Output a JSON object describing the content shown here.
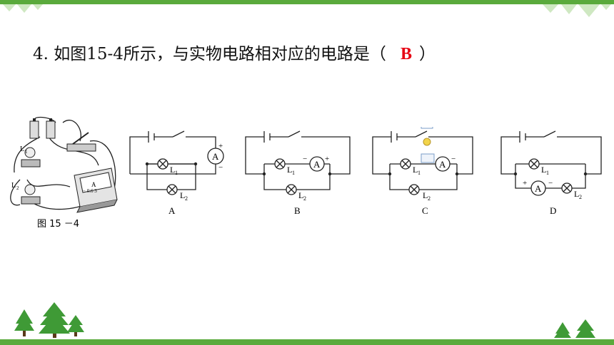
{
  "colors": {
    "accent_green": "#5aaa3c",
    "answer_red": "#e60012",
    "tree_green": "#3f9a36"
  },
  "question": {
    "number": "4.",
    "text": "如图15-4所示，与实物电路相对应的电路是（",
    "answer": "B",
    "close": "）"
  },
  "figure": {
    "caption": "图 15 －4",
    "real_labels": {
      "l1": "L",
      "l1_sub": "1",
      "l2": "L",
      "l2_sub": "2",
      "meter": "A",
      "meter_scale": "− 0.6 3"
    }
  },
  "circuits": [
    {
      "option": "A",
      "lamp1": "L",
      "lamp1_sub": "1",
      "lamp2": "L",
      "lamp2_sub": "2",
      "meter": "A",
      "plus": "+",
      "minus": "−"
    },
    {
      "option": "B",
      "lamp1": "L",
      "lamp1_sub": "1",
      "lamp2": "L",
      "lamp2_sub": "2",
      "meter": "A",
      "plus": "+",
      "minus": "−"
    },
    {
      "option": "C",
      "lamp1": "L",
      "lamp1_sub": "1",
      "lamp2": "L",
      "lamp2_sub": "2",
      "meter": "A",
      "plus": "+",
      "minus": "−"
    },
    {
      "option": "D",
      "lamp1": "L",
      "lamp1_sub": "1",
      "lamp2": "L",
      "lamp2_sub": "2",
      "meter": "A",
      "plus": "+",
      "minus": "−"
    }
  ],
  "toolbar_icons": [
    "frame-icon",
    "lightbulb-icon",
    "image-text-icon"
  ]
}
